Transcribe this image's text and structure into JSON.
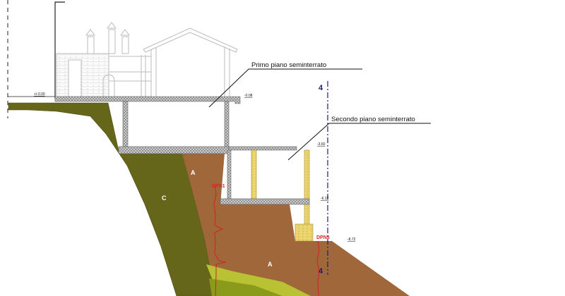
{
  "labels": {
    "primo": "Primo piano seminterrato",
    "secondo": "Secondo piano seminterrato"
  },
  "elevations": [
    "+/-0.00",
    "-0.08",
    "-3.60",
    "-6.12",
    "-8.72"
  ],
  "probes": [
    "DPN1",
    "DPN5"
  ],
  "soil_units": [
    "A",
    "A",
    "C"
  ],
  "section_marks": [
    "4",
    "4"
  ],
  "colors": {
    "olive": "#66661a",
    "brown": "#a0683a",
    "yellow_green": "#b8c232",
    "slab": "#9a9a9a",
    "brick": "#f0d870",
    "section_line": "#1a1a7a",
    "probe": "#d22222"
  }
}
